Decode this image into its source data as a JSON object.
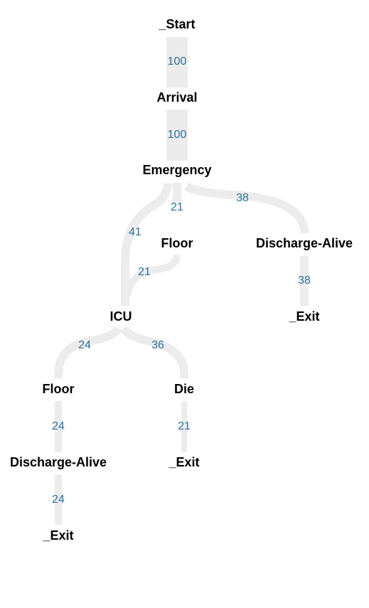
{
  "colors": {
    "edge": "#ececec",
    "node_text": "#000000",
    "edge_text": "#2a6f97"
  },
  "nodes": [
    {
      "id": "start",
      "label": "_Start"
    },
    {
      "id": "arrival",
      "label": "Arrival"
    },
    {
      "id": "emergency",
      "label": "Emergency"
    },
    {
      "id": "floor_1",
      "label": "Floor"
    },
    {
      "id": "discharge_alive_1",
      "label": "Discharge-Alive"
    },
    {
      "id": "icu",
      "label": "ICU"
    },
    {
      "id": "exit_1",
      "label": "_Exit"
    },
    {
      "id": "floor_2",
      "label": "Floor"
    },
    {
      "id": "die",
      "label": "Die"
    },
    {
      "id": "discharge_alive_2",
      "label": "Discharge-Alive"
    },
    {
      "id": "exit_2",
      "label": "_Exit"
    },
    {
      "id": "exit_3",
      "label": "_Exit"
    }
  ],
  "edges": [
    {
      "id": "start-arrival",
      "from": "start",
      "to": "arrival",
      "value": "100"
    },
    {
      "id": "arrival-emergency",
      "from": "arrival",
      "to": "emergency",
      "value": "100"
    },
    {
      "id": "emergency-floor",
      "from": "emergency",
      "to": "floor_1",
      "value": "21"
    },
    {
      "id": "emergency-icu",
      "from": "emergency",
      "to": "icu",
      "value": "41"
    },
    {
      "id": "emergency-discharge",
      "from": "emergency",
      "to": "discharge_alive_1",
      "value": "38"
    },
    {
      "id": "floor-icu",
      "from": "floor_1",
      "to": "icu",
      "value": "21"
    },
    {
      "id": "discharge-exit",
      "from": "discharge_alive_1",
      "to": "exit_1",
      "value": "38"
    },
    {
      "id": "icu-floor",
      "from": "icu",
      "to": "floor_2",
      "value": "24"
    },
    {
      "id": "icu-die",
      "from": "icu",
      "to": "die",
      "value": "36"
    },
    {
      "id": "floor2-discharge",
      "from": "floor_2",
      "to": "discharge_alive_2",
      "value": "24"
    },
    {
      "id": "die-exit",
      "from": "die",
      "to": "exit_2",
      "value": "21"
    },
    {
      "id": "discharge2-exit",
      "from": "discharge_alive_2",
      "to": "exit_3",
      "value": "24"
    }
  ]
}
